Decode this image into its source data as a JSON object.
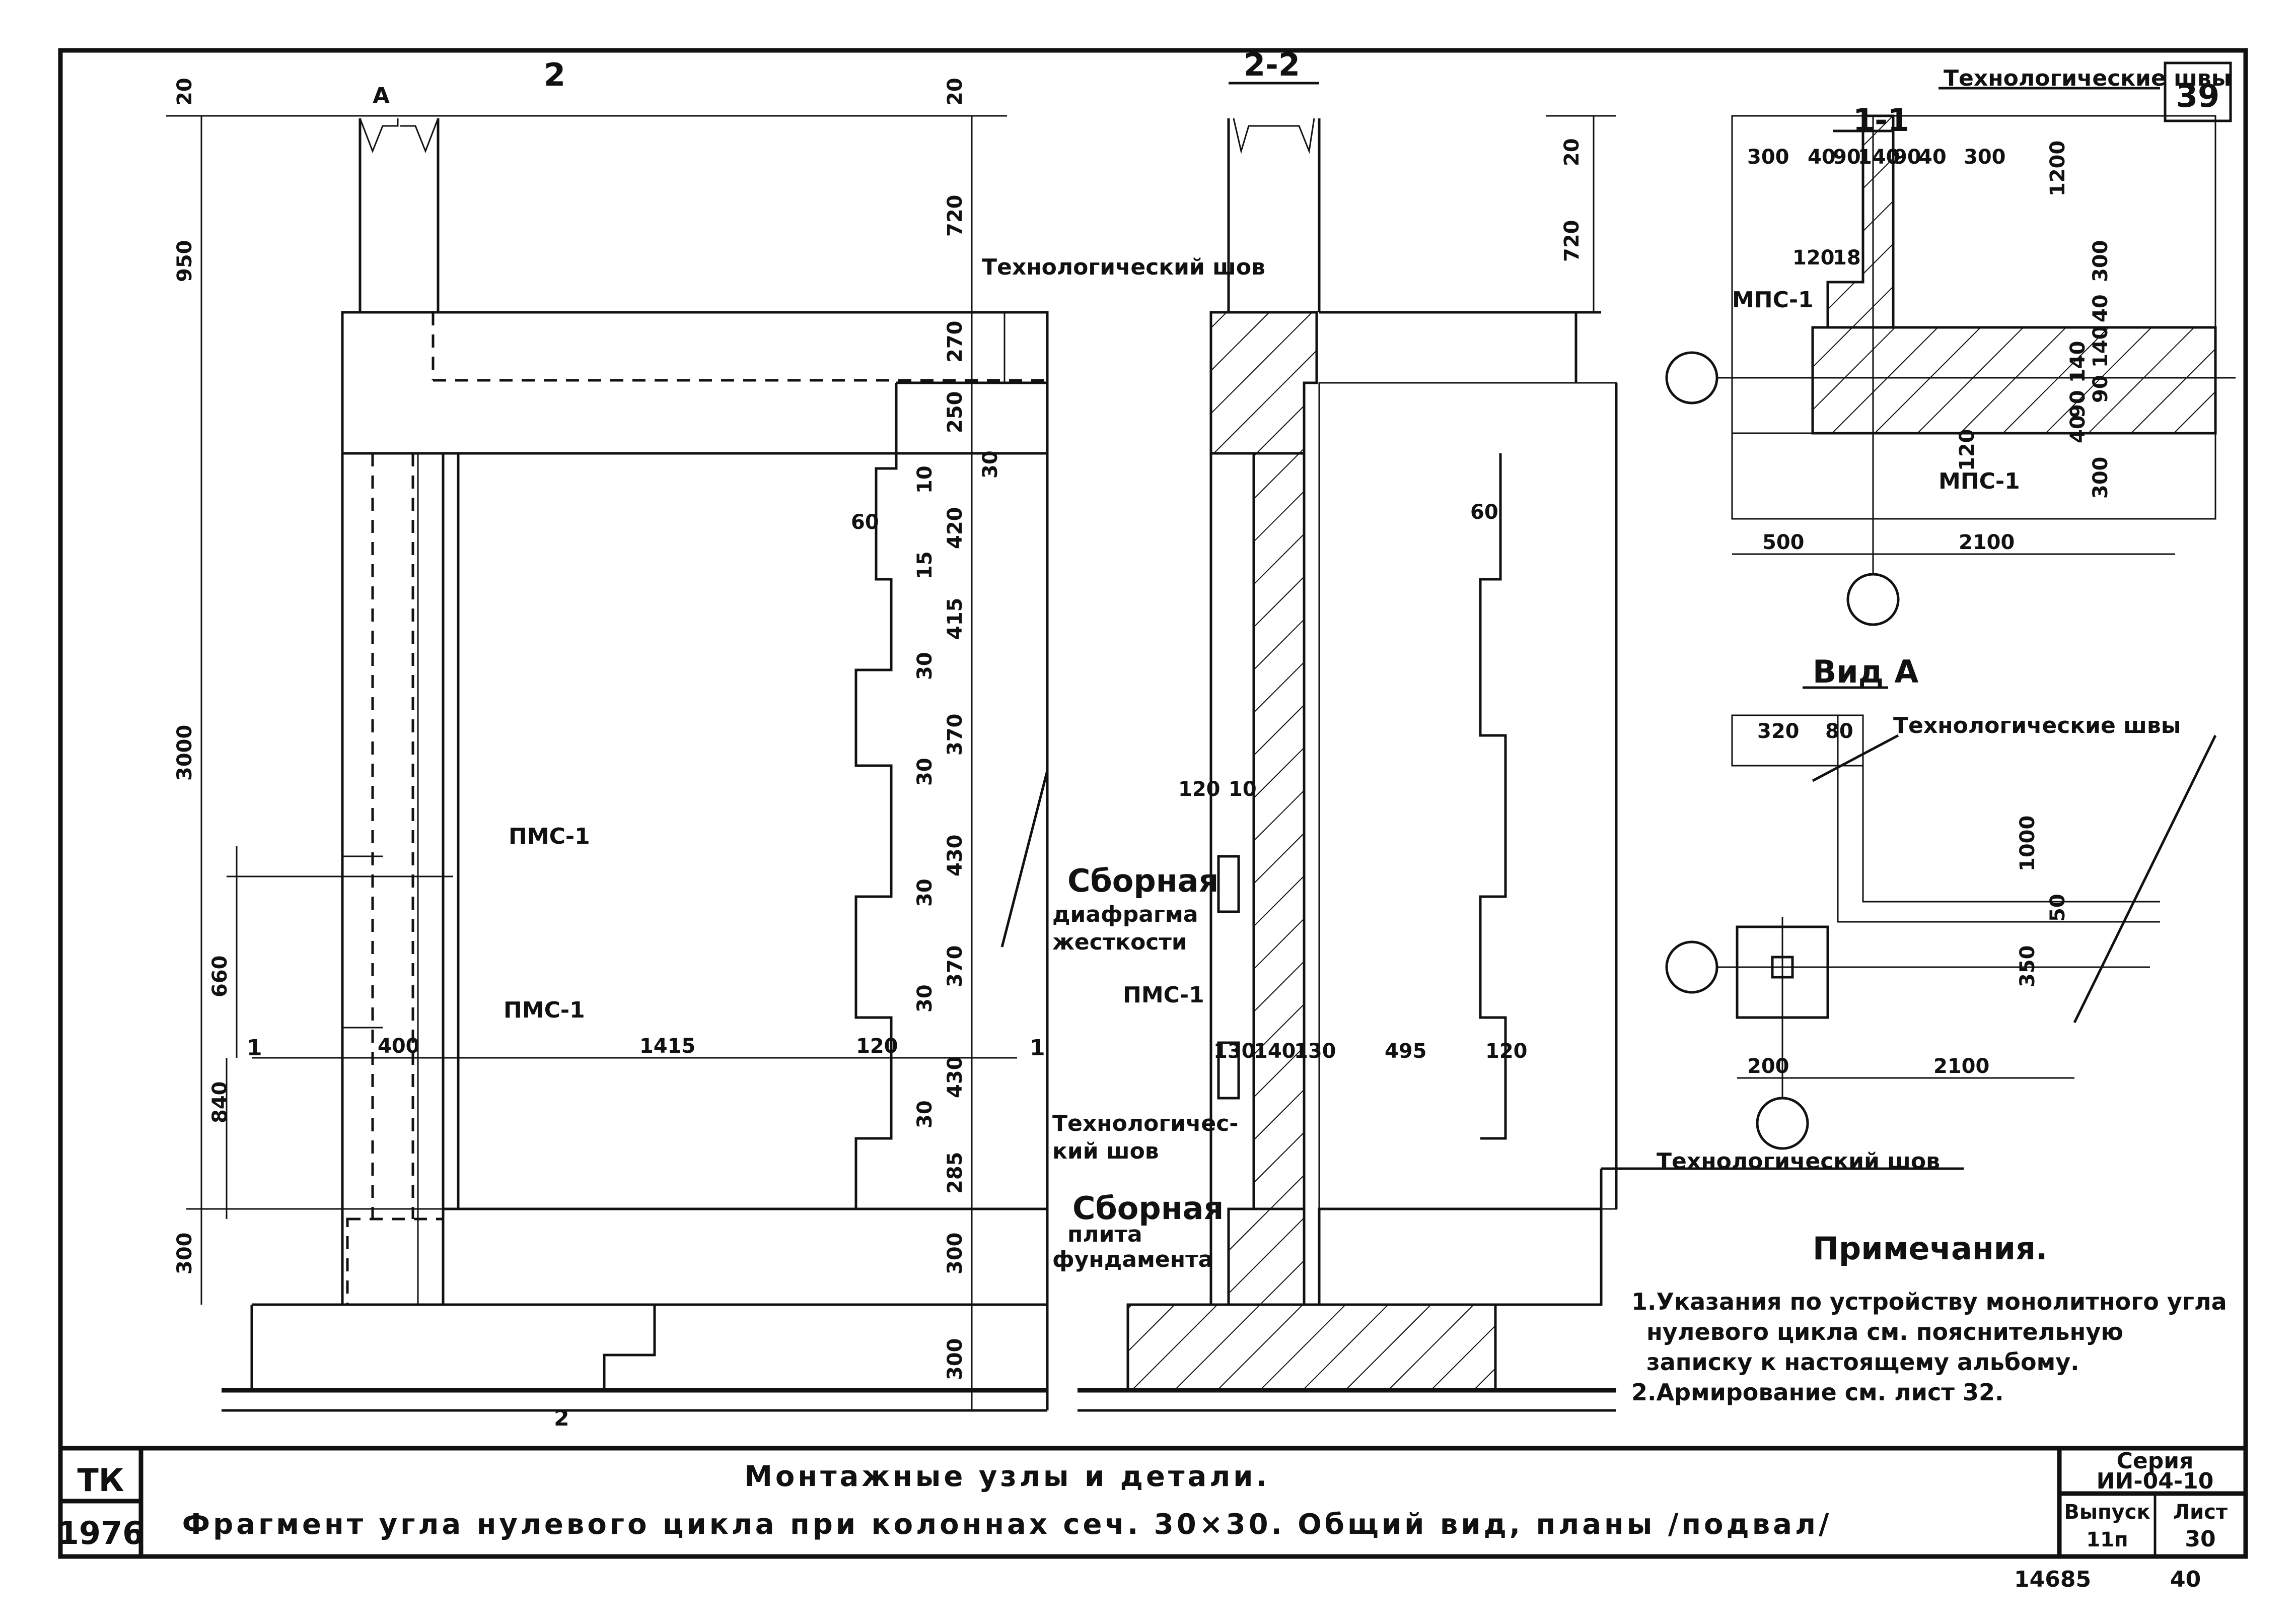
{
  "sheet_no": "39",
  "header": {
    "marker_a": "A",
    "section_mark": "2",
    "section_22_title": "2-2",
    "section_11_title": "1-1",
    "view_a_title": "Вид А",
    "bottom_section_mark": "2"
  },
  "labels": {
    "tech_seam": "Технологический шов",
    "tech_seams": "Технологические швы",
    "tech_seam_split_1": "Технологичес-",
    "tech_seam_split_2": "кий шов",
    "pms1": "ПМС-1",
    "mps1": "МПС-1",
    "diaphragm": [
      "Сборная",
      "диафрагма",
      "жесткости"
    ],
    "slab": [
      "Сборная",
      "плита",
      "фундамента"
    ]
  },
  "dims_elevation": {
    "left": [
      "20",
      "950",
      "3000",
      "660",
      "840",
      "300"
    ],
    "right": [
      "20",
      "720",
      "270",
      "250",
      "10",
      "30",
      "420",
      "15",
      "415",
      "30",
      "370",
      "30",
      "430",
      "30",
      "370",
      "30",
      "430",
      "30",
      "285",
      "300",
      "300"
    ],
    "horizontal": [
      "400",
      "1415",
      "120",
      "60"
    ],
    "cut_marks": [
      "1",
      "1"
    ]
  },
  "dims_section22": {
    "top": [
      "20",
      "720"
    ],
    "detail": [
      "120",
      "10",
      "130",
      "140",
      "130",
      "495",
      "120",
      "60"
    ]
  },
  "dims_section11": [
    "300",
    "40",
    "90",
    "140",
    "90",
    "40",
    "300",
    "1200",
    "300",
    "120",
    "18",
    "140",
    "90",
    "40",
    "140",
    "90",
    "40",
    "120",
    "300",
    "500",
    "2100"
  ],
  "dims_view_a": [
    "320",
    "80",
    "1000",
    "50",
    "350",
    "200",
    "2100"
  ],
  "notes": {
    "title": "Примечания.",
    "items": [
      "1.Указания по устройству монолитного угла",
      "нулевого цикла см. пояснительную",
      "записку к настоящему альбому.",
      "2.Армирование см. лист 32."
    ]
  },
  "title_block": {
    "org": "ТК",
    "year": "1976",
    "title_line1": "Монтажные узлы и детали.",
    "title_line2": "Фрагмент угла нулевого цикла при колоннах сеч. 30×30. Общий вид, планы /подвал/",
    "series_label": "Серия",
    "series_value": "ИИ-04-10",
    "issue_label": "Выпуск",
    "issue_value": "11п",
    "sheet_label": "Лист",
    "sheet_value": "30"
  },
  "footer": {
    "inventory": "14685",
    "page": "40"
  }
}
